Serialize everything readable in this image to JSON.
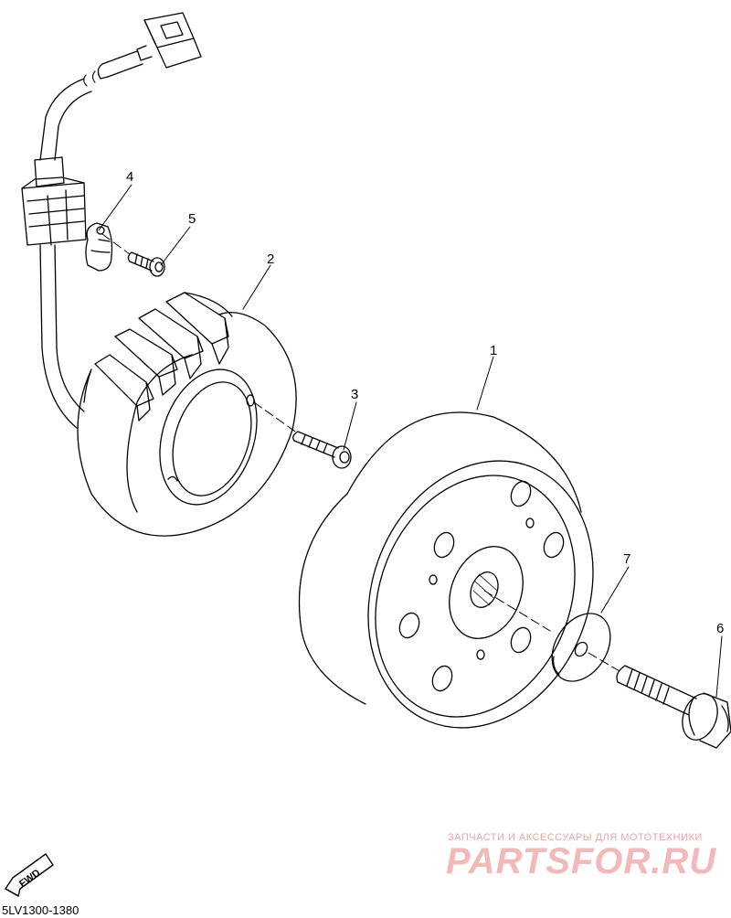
{
  "callouts": {
    "flywheel": "1",
    "stator": "2",
    "stator_screw": "3",
    "clamp": "4",
    "clamp_screw": "5",
    "flywheel_bolt": "6",
    "washer": "7"
  },
  "fwd_label": "FWD",
  "diagram_code": "5LV1300-1380",
  "watermark": {
    "tagline": "ЗАПЧАСТИ И АКСЕССУАРЫ ДЛЯ МОТОТЕХНИКИ",
    "brand": "PARTSFOR.RU",
    "color": "#f2b9b9"
  }
}
